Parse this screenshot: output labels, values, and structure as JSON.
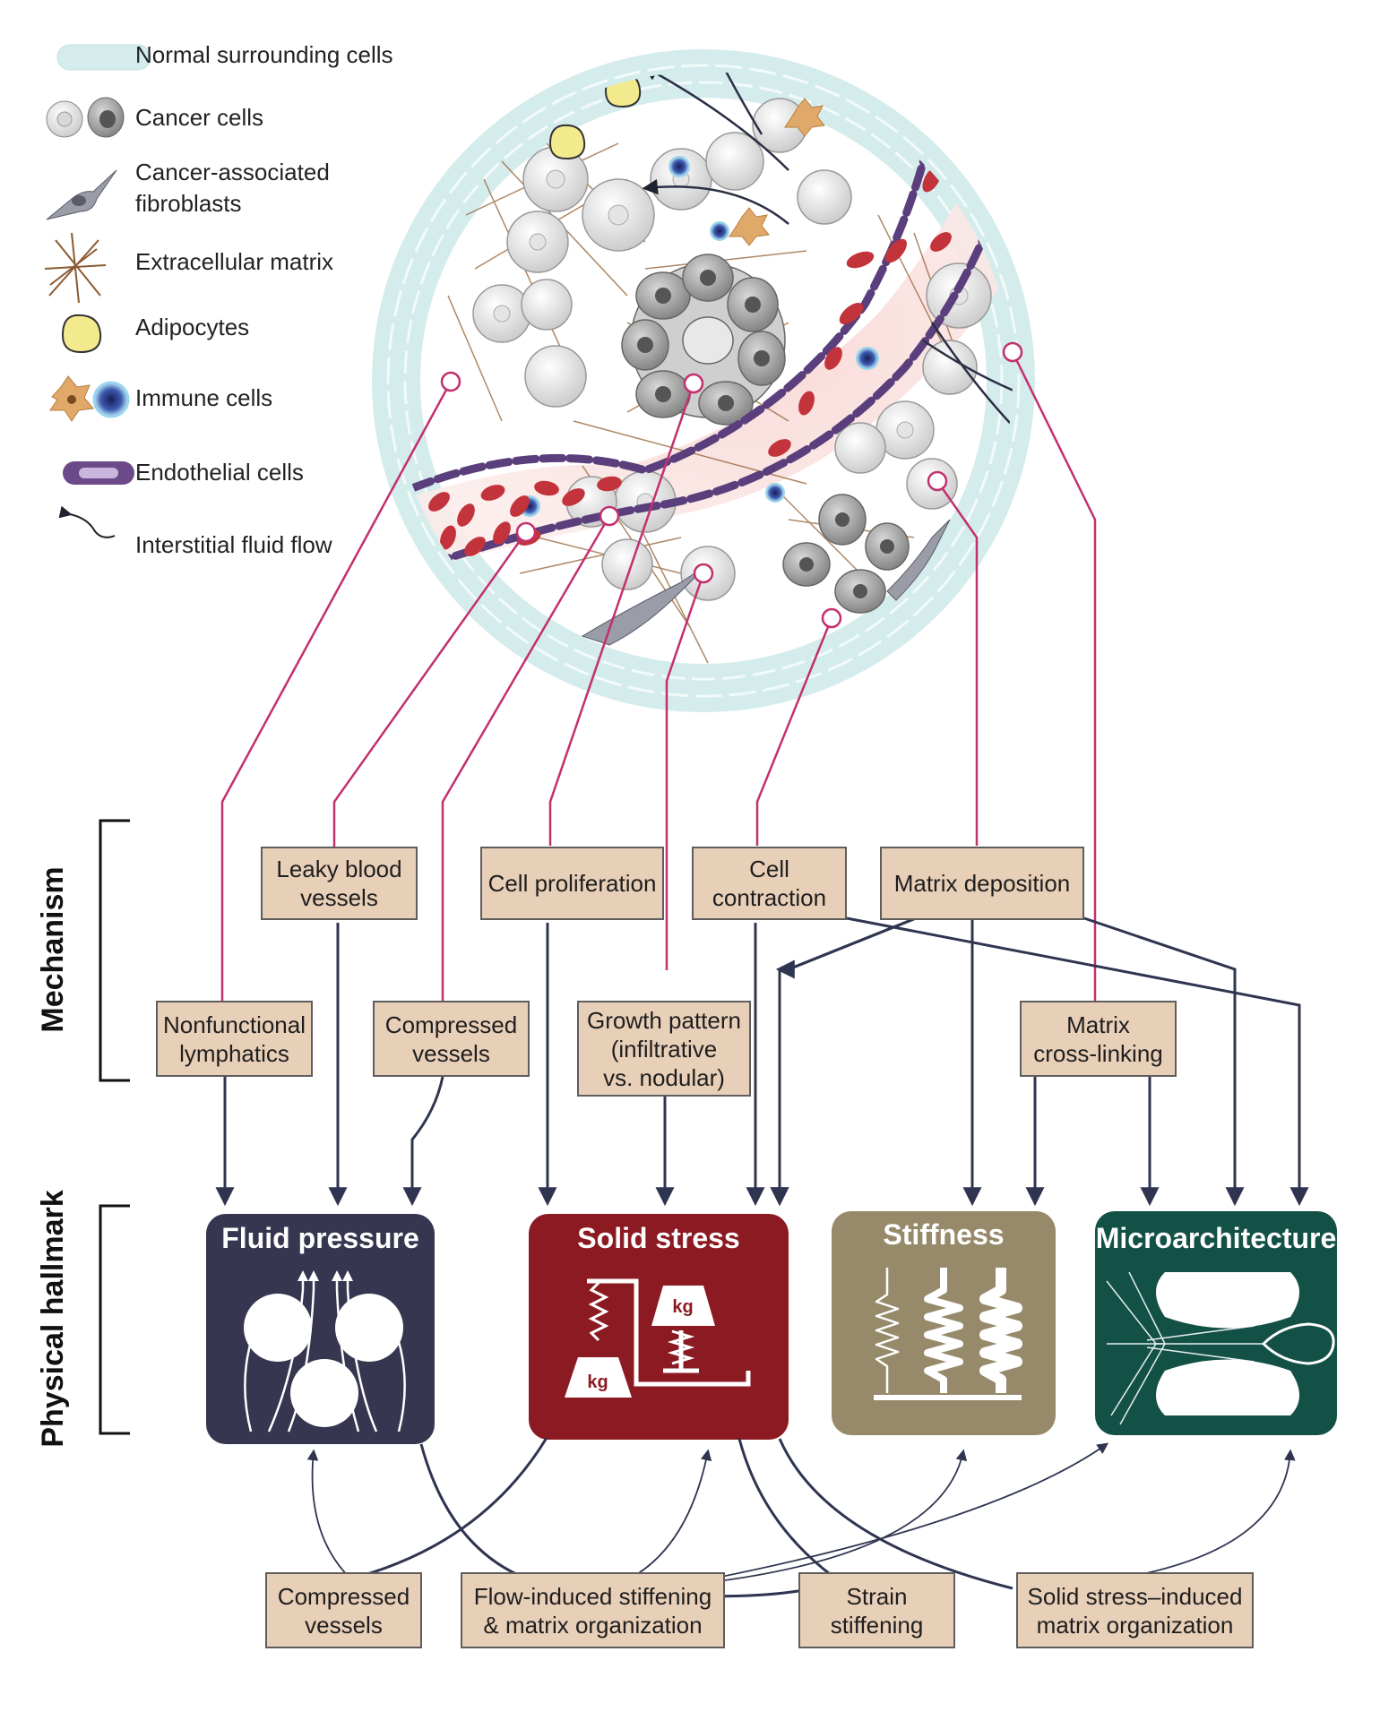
{
  "legend": {
    "items": [
      {
        "id": "normal",
        "label": "Normal surrounding cells"
      },
      {
        "id": "cancer",
        "label": "Cancer cells"
      },
      {
        "id": "caf",
        "label": "Cancer-associated\nfibroblasts"
      },
      {
        "id": "ecm",
        "label": "Extracellular matrix"
      },
      {
        "id": "adipocytes",
        "label": "Adipocytes"
      },
      {
        "id": "immune",
        "label": "Immune cells"
      },
      {
        "id": "endothelial",
        "label": "Endothelial cells"
      },
      {
        "id": "fluid",
        "label": "Interstitial fluid flow"
      }
    ]
  },
  "side_labels": {
    "mechanism": "Mechanism",
    "hallmark": "Physical hallmark"
  },
  "mechanisms": {
    "leaky": "Leaky blood\nvessels",
    "proliferation": "Cell proliferation",
    "contraction": "Cell\ncontraction",
    "deposition": "Matrix deposition",
    "lymphatics": "Nonfunctional\nlymphatics",
    "compressed_top": "Compressed\nvessels",
    "growth": "Growth pattern\n(infiltrative\nvs. nodular)",
    "crosslinking": "Matrix\ncross-linking"
  },
  "hallmarks": {
    "fluid": {
      "title": "Fluid pressure",
      "color": "#363650"
    },
    "solid": {
      "title": "Solid stress",
      "color": "#8b1a22",
      "kg": "kg"
    },
    "stiffness": {
      "title": "Stiffness",
      "color": "#968a6a"
    },
    "micro": {
      "title": "Microarchitecture",
      "color": "#135147"
    }
  },
  "interactions": {
    "compressed": "Compressed\nvessels",
    "flow": "Flow-induced stiffening\n& matrix organization",
    "strain": "Strain\nstiffening",
    "solid_induced": "Solid stress–induced\nmatrix organization"
  },
  "colors": {
    "box_fill": "#e8cfb8",
    "connector": "#c2306e",
    "arrow": "#2f3550",
    "ring": "#d5ecec"
  }
}
